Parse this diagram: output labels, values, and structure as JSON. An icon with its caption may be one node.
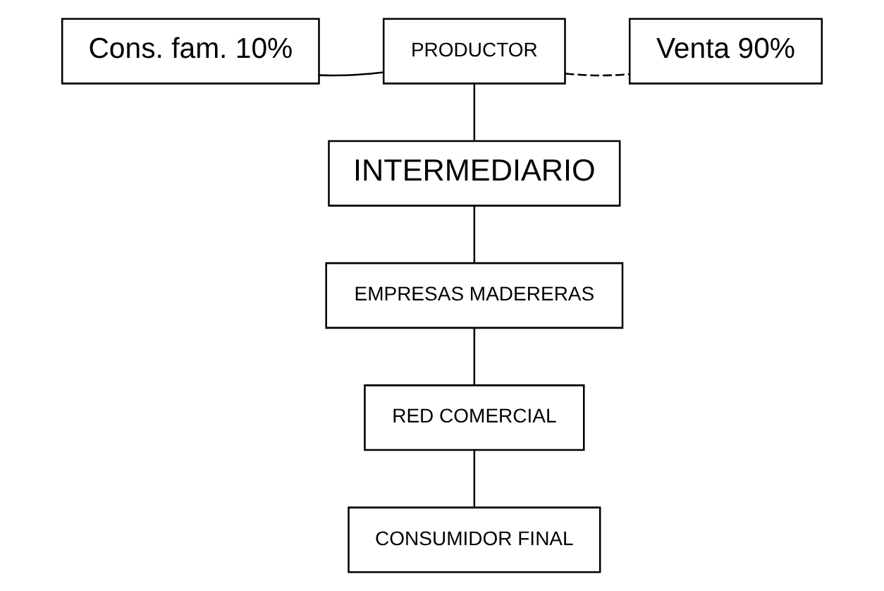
{
  "diagram": {
    "nodes": [
      {
        "text": [
          "Cons. fam. 10%"
        ]
      },
      {
        "text": [
          "PRODUCTOR"
        ]
      },
      {
        "text": [
          "Venta 90%"
        ]
      },
      {
        "text": [
          "INTERMEDIARIO"
        ]
      },
      {
        "text": [
          "EMPRESAS MADERERAS"
        ]
      },
      {
        "text": [
          "RED COMERCIAL"
        ]
      },
      {
        "text": [
          "CONSUMIDOR FINAL"
        ]
      }
    ],
    "edges": [
      {
        "from": 1,
        "to": 0,
        "arrow": "none"
      },
      {
        "from": 1,
        "to": 2,
        "arrow": "none",
        "style": "dashed"
      },
      {
        "from": 1,
        "to": 3,
        "arrow": "none"
      },
      {
        "from": 3,
        "to": 4,
        "arrow": "none"
      },
      {
        "from": 4,
        "to": 5,
        "arrow": "none"
      },
      {
        "from": 5,
        "to": 6,
        "arrow": "none"
      }
    ]
  }
}
